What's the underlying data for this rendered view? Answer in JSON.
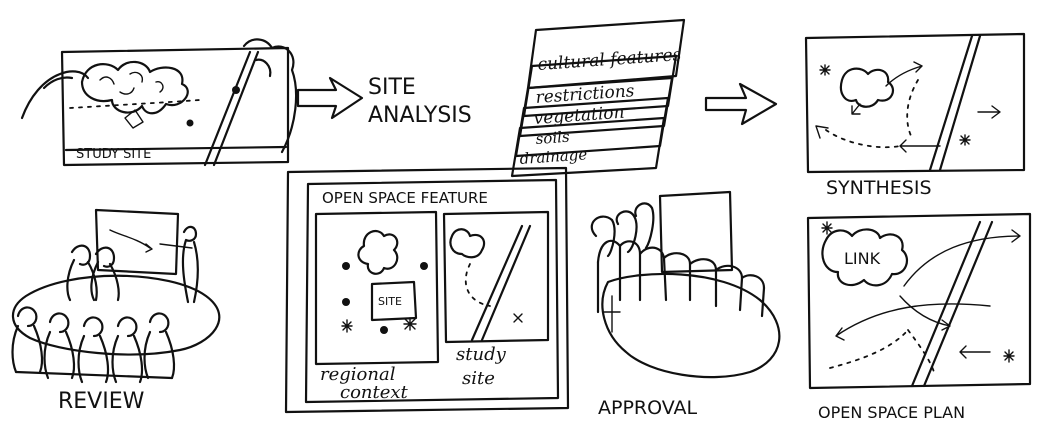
{
  "diagram": {
    "analysis_label_1": "SITE",
    "analysis_label_2": "ANALYSIS",
    "study_site_label": "STUDY SITE",
    "layers": [
      "cultural features",
      "restrictions",
      "vegetation",
      "soils",
      "drainage"
    ],
    "synthesis_label": "SYNTHESIS",
    "review_label": "REVIEW",
    "feature_title": "OPEN SPACE FEATURE",
    "site_label": "SITE",
    "regional_context_1": "regional",
    "regional_context_2": "context",
    "study_site_1": "study",
    "study_site_2": "site",
    "approval_label": "APPROVAL",
    "plan_label": "OPEN SPACE PLAN",
    "link_label": "LINK"
  }
}
